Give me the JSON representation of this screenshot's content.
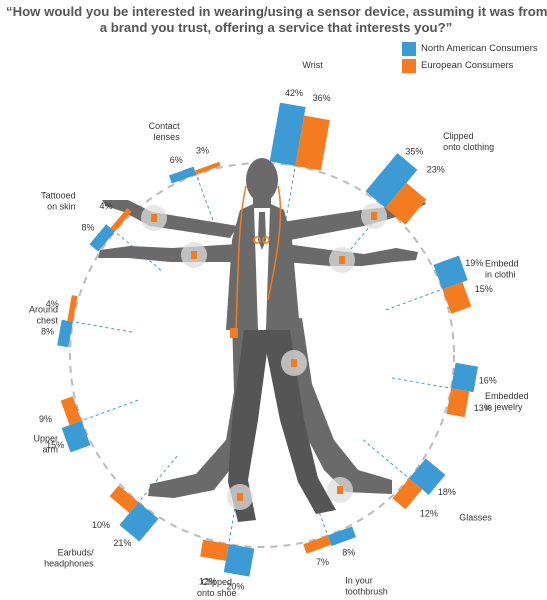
{
  "title_lines": [
    "“How would you be interested in wearing/using a sensor device, assuming it was from",
    "a brand you trust, offering a service that interests you?”"
  ],
  "colors": {
    "north_american": "#3c9bd4",
    "european": "#f47b20",
    "body": "#6a6a6a",
    "circle": "#bbbbbb"
  },
  "chart_data": {
    "type": "bar",
    "title": "“How would you be interested in wearing/using a sensor device, assuming it was from a brand you trust, offering a service that interests you?”",
    "legend_position": "top-right",
    "series": [
      {
        "name": "North American Consumers",
        "color": "#3c9bd4"
      },
      {
        "name": "European Consumers",
        "color": "#f47b20"
      }
    ],
    "categories": [
      {
        "label": [
          "Wrist"
        ],
        "na": 42,
        "eu": 36,
        "na_text": "42%",
        "eu_text": "36%"
      },
      {
        "label": [
          "Clipped",
          "onto clothing"
        ],
        "na": 35,
        "eu": 23,
        "na_text": "35%",
        "eu_text": "23%"
      },
      {
        "label": [
          "Embedd",
          "in clothi"
        ],
        "na": 19,
        "eu": 15,
        "na_text": "19%",
        "eu_text": "15%"
      },
      {
        "label": [
          "Embedded",
          "in jewelry"
        ],
        "na": 16,
        "eu": 13,
        "na_text": "16%",
        "eu_text": "13%"
      },
      {
        "label": [
          "Glasses"
        ],
        "na": 18,
        "eu": 12,
        "na_text": "18%",
        "eu_text": "12%"
      },
      {
        "label": [
          "In your",
          "toothbrush"
        ],
        "na": 8,
        "eu": 7,
        "na_text": "8%",
        "eu_text": "7%"
      },
      {
        "label": [
          "Clipped",
          "onto shoe"
        ],
        "na": 20,
        "eu": 12,
        "na_text": "20%",
        "eu_text": "12%"
      },
      {
        "label": [
          "Earbuds/",
          "headphones"
        ],
        "na": 21,
        "eu": 10,
        "na_text": "21%",
        "eu_text": "10%"
      },
      {
        "label": [
          "Upper",
          "arm"
        ],
        "na": 15,
        "eu": 9,
        "na_text": "15%",
        "eu_text": "9%"
      },
      {
        "label": [
          "Around",
          "chest"
        ],
        "na": 8,
        "eu": 4,
        "na_text": "8%",
        "eu_text": "4%"
      },
      {
        "label": [
          "Tattooed",
          "on skin"
        ],
        "na": 8,
        "eu": 4,
        "na_text": "8%",
        "eu_text": "4%"
      },
      {
        "label": [
          "Contact",
          "lenses"
        ],
        "na": 6,
        "eu": 3,
        "na_text": "6%",
        "eu_text": "3%"
      }
    ]
  }
}
